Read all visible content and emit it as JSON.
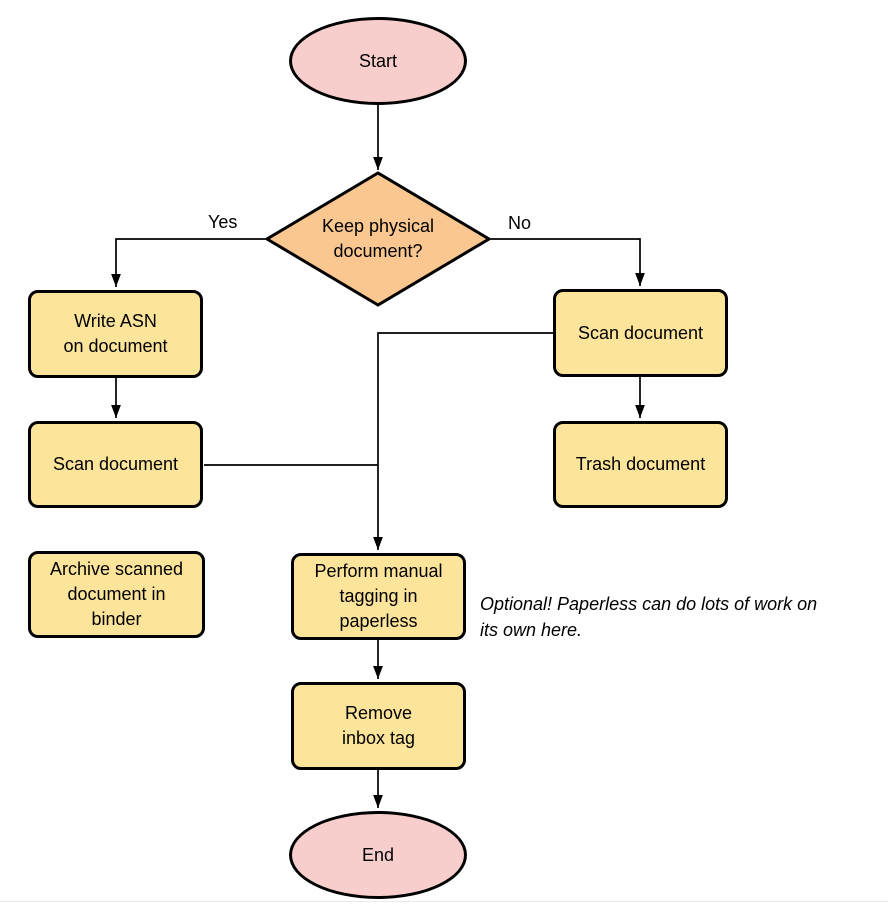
{
  "diagram": {
    "type": "flowchart",
    "nodes": {
      "start": {
        "shape": "terminator",
        "label": "Start"
      },
      "decision": {
        "shape": "decision",
        "label": "Keep physical\ndocument?"
      },
      "write_asn": {
        "shape": "process",
        "label": "Write ASN\non document"
      },
      "scan_left": {
        "shape": "process",
        "label": "Scan document"
      },
      "archive": {
        "shape": "process",
        "label": "Archive scanned\ndocument in\nbinder"
      },
      "scan_right": {
        "shape": "process",
        "label": "Scan document"
      },
      "trash": {
        "shape": "process",
        "label": "Trash document"
      },
      "tagging": {
        "shape": "process",
        "label": "Perform manual\ntagging in\npaperless"
      },
      "remove_inbox": {
        "shape": "process",
        "label": "Remove\ninbox tag"
      },
      "end": {
        "shape": "terminator",
        "label": "End"
      }
    },
    "edges": {
      "yes_label": "Yes",
      "no_label": "No"
    },
    "annotation": "Optional! Paperless can do lots of work on\nits own here.",
    "colors": {
      "terminator_fill": "#f7cecb",
      "decision_fill": "#fac791",
      "process_fill": "#fde49b",
      "stroke": "#000000",
      "bottom_rule": "#e7eaee"
    }
  }
}
